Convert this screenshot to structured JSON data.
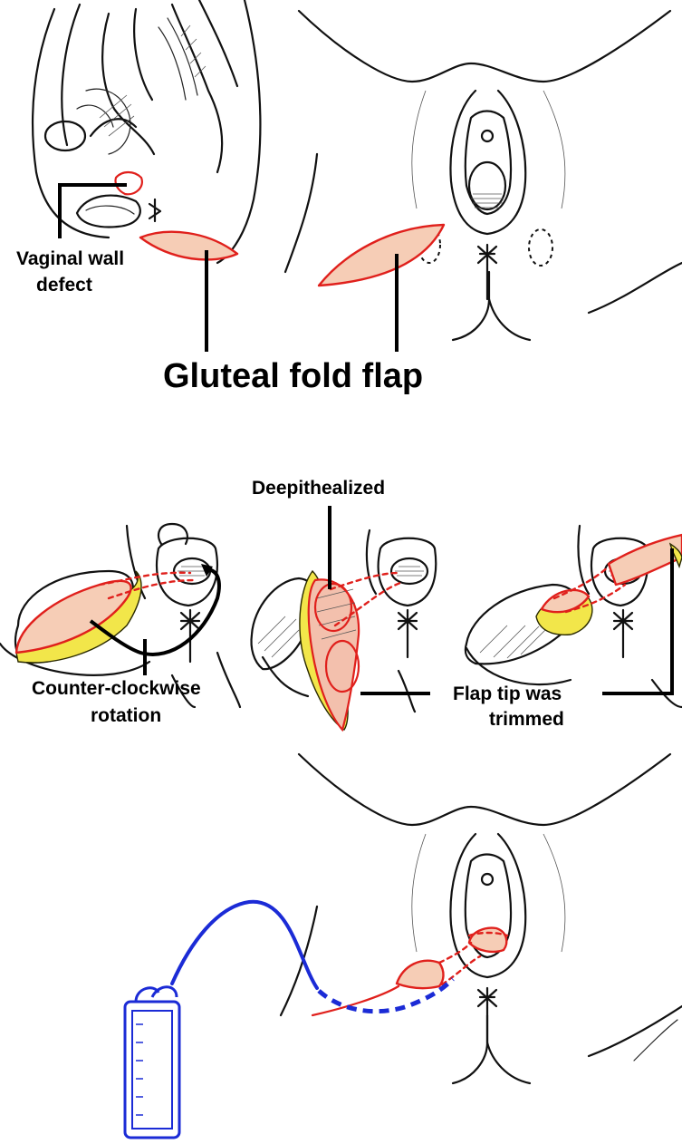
{
  "labels": {
    "vaginal_wall_defect_line1": "Vaginal wall",
    "vaginal_wall_defect_line2": "defect",
    "gluteal_fold_flap": "Gluteal fold flap",
    "deepithealized": "Deepithealized",
    "rotation_line1": "Counter-clockwise",
    "rotation_line2": "rotation",
    "trimmed_line1": "Flap tip was",
    "trimmed_line2": "trimmed"
  },
  "colors": {
    "flap_fill": "#f6cdb6",
    "incision_red": "#e0201c",
    "fat_yellow": "#f2e64a",
    "drain_blue": "#1b2bd6",
    "ink": "#111111"
  },
  "icons": [
    "drain-bag-icon",
    "drain-tube-icon"
  ]
}
